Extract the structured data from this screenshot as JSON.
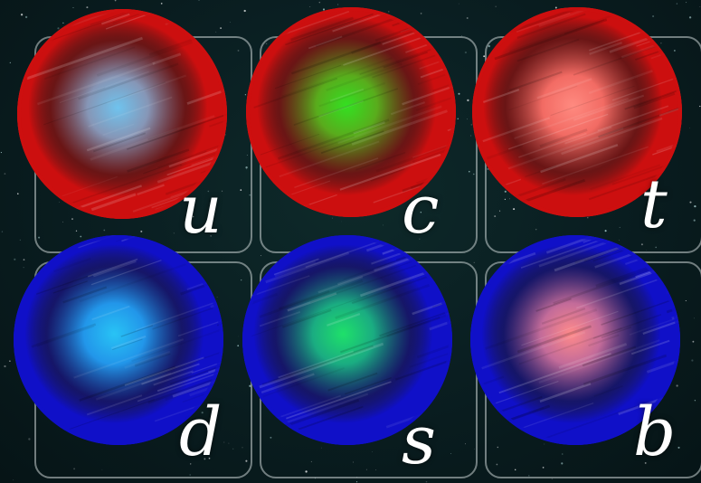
{
  "quarks": [
    {
      "symbol": "u",
      "ring_color": "#cc0f0f",
      "core_color": "#6fc3ee"
    },
    {
      "symbol": "c",
      "ring_color": "#cc0f0f",
      "core_color": "#33e021"
    },
    {
      "symbol": "t",
      "ring_color": "#cc0f0f",
      "core_color": "#ff8a80"
    },
    {
      "symbol": "d",
      "ring_color": "#1010c8",
      "core_color": "#28c3f5"
    },
    {
      "symbol": "s",
      "ring_color": "#1010c8",
      "core_color": "#1ee06a"
    },
    {
      "symbol": "b",
      "ring_color": "#1010c8",
      "core_color": "#ff8a8a"
    }
  ]
}
